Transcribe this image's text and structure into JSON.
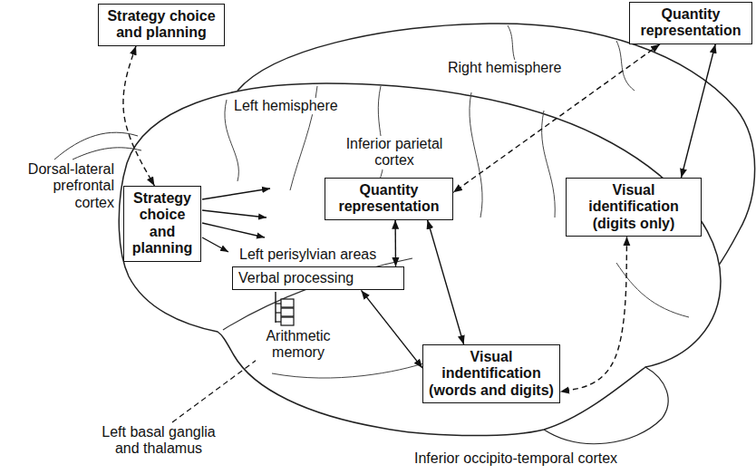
{
  "diagram": {
    "nodes": [
      {
        "text": [
          "Strategy choice and planning"
        ]
      },
      {
        "text": [
          "Quantity representation"
        ]
      },
      {
        "text": [
          "Strategy choice and planning"
        ]
      },
      {
        "text": [
          "Quantity representation"
        ]
      },
      {
        "text": [
          "Verbal processing"
        ]
      },
      {
        "text": [
          "Visual identification (digits only)"
        ]
      },
      {
        "text": [
          "Visual indentification (words and digits)"
        ]
      }
    ],
    "edges": [
      {
        "from": 0,
        "to": 2,
        "arrow": "both"
      },
      {
        "from": 3,
        "to": 4,
        "arrow": "both"
      },
      {
        "from": 3,
        "to": 6,
        "arrow": "both"
      },
      {
        "from": 4,
        "to": 6,
        "arrow": "both"
      },
      {
        "from": 5,
        "to": 1,
        "arrow": "both"
      },
      {
        "from": 1,
        "to": 3,
        "arrow": "both"
      },
      {
        "from": 5,
        "to": 6,
        "arrow": "both"
      }
    ],
    "labels": [
      "Right hemisphere",
      "Left hemisphere",
      "Inferior parietal cortex",
      "Dorsal-lateral prefrontal cortex",
      "Left perisylvian areas",
      "Arithmetic memory",
      "Left basal ganglia and thalamus",
      "Inferior occipito-temporal cortex"
    ]
  }
}
